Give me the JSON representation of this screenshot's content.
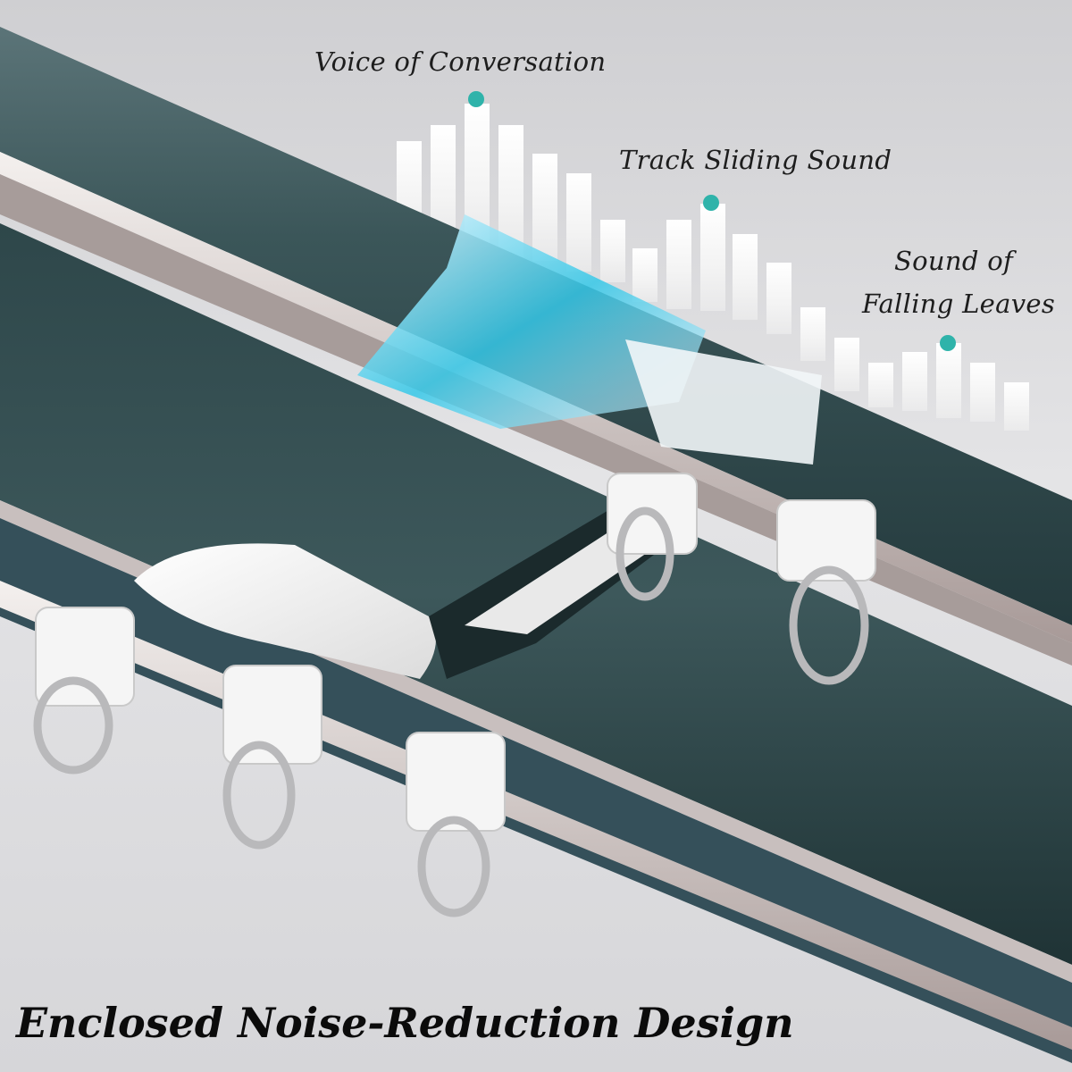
{
  "labels": {
    "voice": "Voice of Conversation",
    "track": "Track Sliding Sound",
    "leaves_line1": "Sound of",
    "leaves_line2": "Falling Leaves"
  },
  "headline": "Enclosed Noise-Reduction Design",
  "colors": {
    "track": "#2f4a4d",
    "accent_dot": "#2fb3aa",
    "glow": "#35c8e8"
  }
}
